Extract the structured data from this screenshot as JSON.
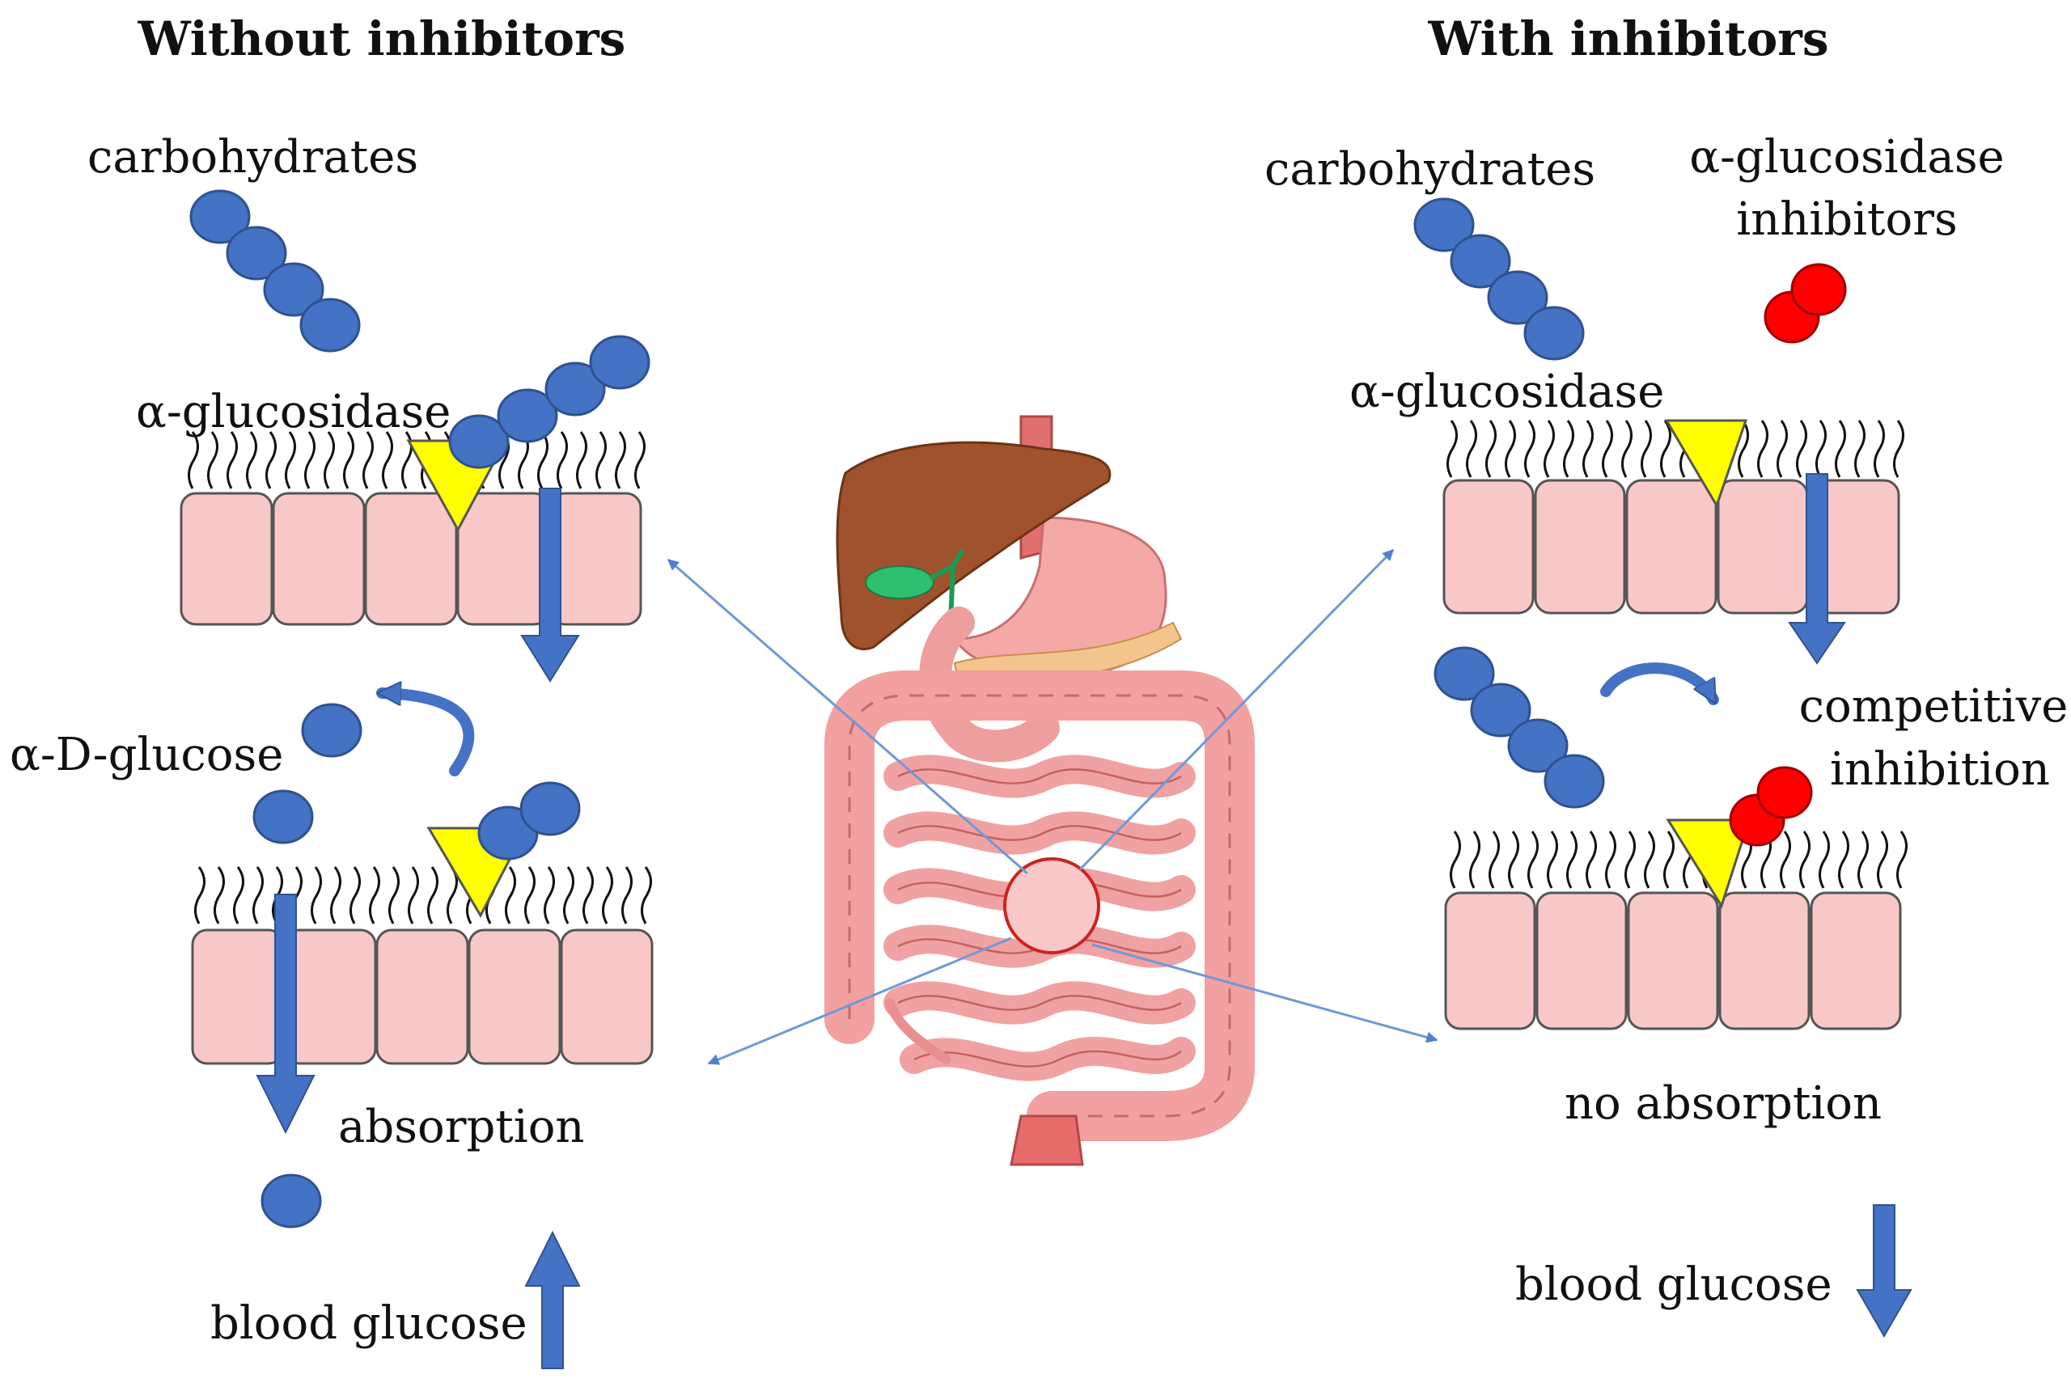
{
  "left_panel": {
    "heading": "Without inhibitors",
    "carbohydrates_label": "carbohydrates",
    "enzyme_label": "α-glucosidase",
    "product_label": "α-D-glucose",
    "absorption_label": "absorption",
    "blood_glucose_label": "blood glucose",
    "blood_glucose_trend": "up"
  },
  "right_panel": {
    "heading": "With inhibitors",
    "carbohydrates_label": "carbohydrates",
    "inhibitor_label_line1": "α-glucosidase",
    "inhibitor_label_line2": "inhibitors",
    "enzyme_label": "α-glucosidase",
    "mechanism_label_line1": "competitive",
    "mechanism_label_line2": "inhibition",
    "absorption_label": "no absorption",
    "blood_glucose_label": "blood glucose",
    "blood_glucose_trend": "down"
  },
  "colors": {
    "glucose_unit": "#4472c4",
    "inhibitor": "#ff0000",
    "enzyme": "#ffff00",
    "epithelial_cell": "#f8c8c8",
    "arrow": "#4472c4",
    "connector_line": "#7fa6e0",
    "intestine": "#f2a0a0",
    "liver": "#a0522d",
    "gallbladder": "#2fbf71"
  }
}
